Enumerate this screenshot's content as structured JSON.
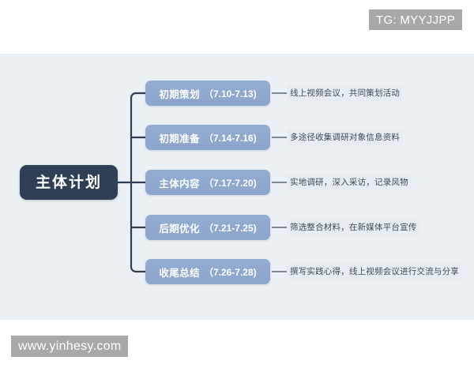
{
  "watermarks": {
    "top_right": "TG: MYYJJPP",
    "bottom_left": "www.yinhesy.com"
  },
  "canvas": {
    "background_color": "#eaf0f4"
  },
  "mindmap": {
    "root": {
      "label": "主体计划",
      "background_color": "#2e3f56",
      "text_color": "#ffffff"
    },
    "branch_color": "#8ba5cc",
    "connector_color": "#2e3f56",
    "branches": [
      {
        "title": "初期策划",
        "date_range": "（7.10-7.13)",
        "description": "线上视频会议，共同策划活动"
      },
      {
        "title": "初期准备",
        "date_range": "（7.14-7.16)",
        "description": "多途径收集调研对象信息资料"
      },
      {
        "title": "主体内容",
        "date_range": "（7.17-7.20)",
        "description": "实地调研，深入采访，记录风物"
      },
      {
        "title": "后期优化",
        "date_range": "（7.21-7.25)",
        "description": "筛选整合材料，在新媒体平台宣传"
      },
      {
        "title": "收尾总结",
        "date_range": "（7.26-7.28)",
        "description": "撰写实践心得，线上视频会议进行交流与分享"
      }
    ]
  }
}
